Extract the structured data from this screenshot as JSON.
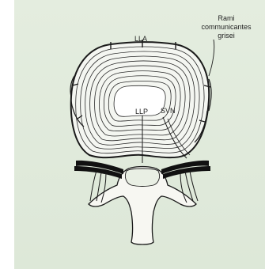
{
  "labels": {
    "rami_line1": "Rami",
    "rami_line2": "communicantes",
    "rami_line3": "grisei",
    "lla": "LLA",
    "llp": "LLP",
    "svn": "SVN"
  },
  "colors": {
    "paper": "#e4eddf",
    "ink": "#1a1a1a",
    "bone": "#f7f7f2"
  }
}
